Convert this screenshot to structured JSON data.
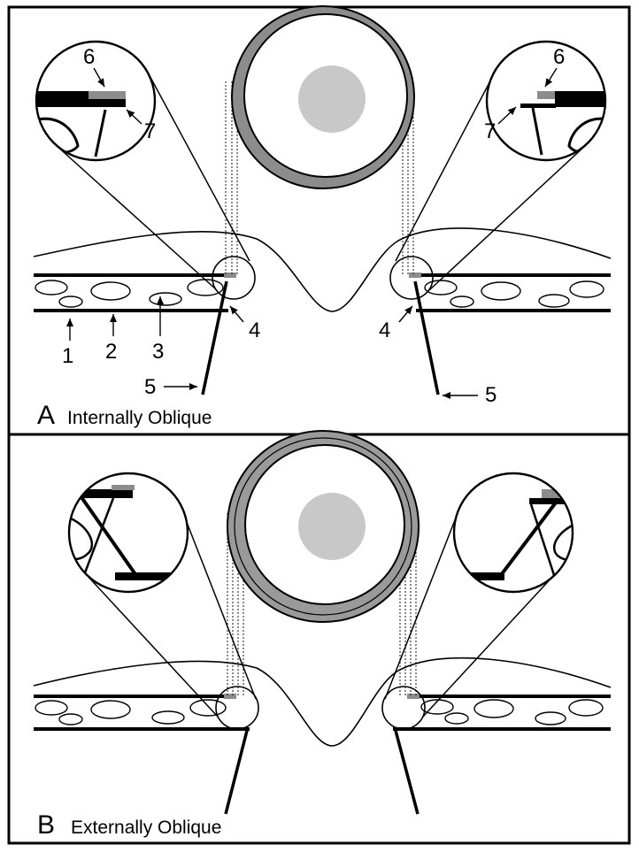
{
  "panels": [
    {
      "letter": "A",
      "caption": "Internally Oblique",
      "callouts": {
        "layer_1": "1",
        "layer_2": "2",
        "layer_3": "3",
        "edge_left": "4",
        "edge_right": "4",
        "incision_left": "5",
        "incision_right": "5",
        "inset_left_6": "6",
        "inset_left_7": "7",
        "inset_right_6": "6",
        "inset_right_7": "7"
      }
    },
    {
      "letter": "B",
      "caption": "Externally Oblique"
    }
  ],
  "colors": {
    "line": "#000000",
    "lens_gray": "#c8c8c8",
    "ring_gray": "#8c8c8c",
    "background": "#ffffff"
  }
}
